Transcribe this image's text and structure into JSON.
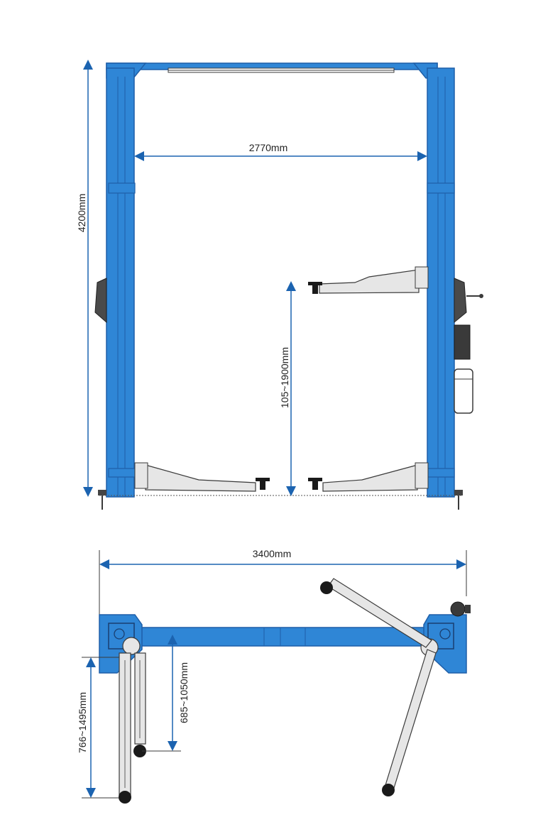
{
  "front_view": {
    "height_label": "4200mm",
    "inner_width_label": "2770mm",
    "lift_range_label": "105~1900mm"
  },
  "top_view": {
    "overall_width_label": "3400mm",
    "short_arm_label": "685~1050mm",
    "long_arm_label": "766~1495mm"
  },
  "colors": {
    "column_blue": "#2f86d6",
    "column_dark": "#1f5fa8",
    "dimension_blue": "#1b63b0",
    "arm_gray": "#e6e6e6",
    "outline": "#3a3a3a",
    "rubber_black": "#1a1a1a"
  }
}
